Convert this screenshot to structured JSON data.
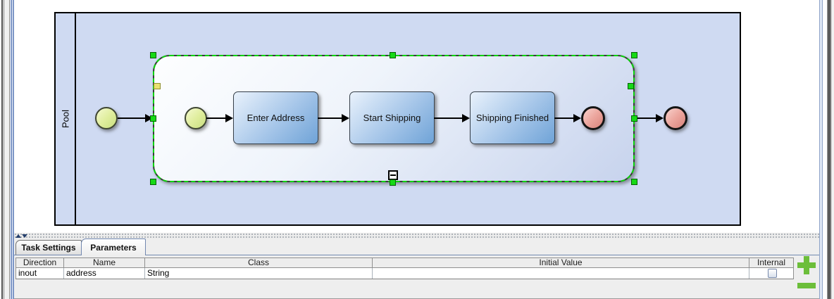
{
  "pool": {
    "label": "Pool"
  },
  "diagram": {
    "tasks": [
      {
        "label": "Enter Address"
      },
      {
        "label": "Start Shipping"
      },
      {
        "label": "Shipping Finished"
      }
    ]
  },
  "panel": {
    "tabs": [
      {
        "label": "Task Settings",
        "selected": false
      },
      {
        "label": "Parameters",
        "selected": true
      }
    ],
    "table": {
      "columns": [
        "Direction",
        "Name",
        "Class",
        "Initial Value",
        "Internal"
      ],
      "rows": [
        {
          "direction": "inout",
          "name": "address",
          "class": "String",
          "initial_value": "",
          "internal_checked": false
        }
      ]
    }
  },
  "colors": {
    "accent_green": "#6cbe3a",
    "selection_green": "#16d916",
    "anchor_yellow": "#e9e170",
    "pool_fill": "#cfdaf2",
    "task_fill": "#6fa3d7",
    "start_event_fill": "#c9df7f",
    "end_event_fill": "#d8837b"
  }
}
